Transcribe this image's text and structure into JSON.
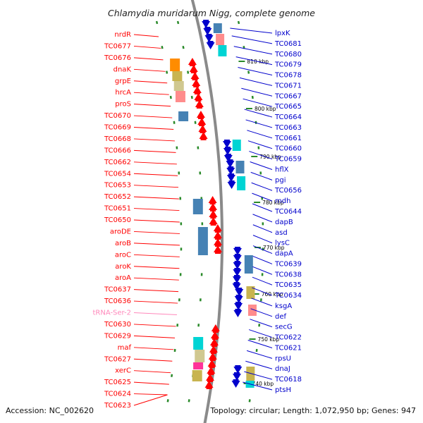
{
  "title": "Chlamydia muridarum Nigg, complete genome",
  "footer": {
    "accession": "Accession: NC_002620",
    "summary": "Topology: circular; Length: 1,072,950 bp; Genes: 947"
  },
  "colors": {
    "forward": "#ff0000",
    "reverse": "#0000cc",
    "trna": "#ff88bb",
    "backbone": "#8a8a8a",
    "ticks": "#2a8a2a"
  },
  "kbp_markers": [
    {
      "label": "810 kbp"
    },
    {
      "label": "800 kbp"
    },
    {
      "label": "790 kbp"
    },
    {
      "label": "780 kbp"
    },
    {
      "label": "770 kbp"
    },
    {
      "label": "760 kbp"
    },
    {
      "label": "750 kbp"
    },
    {
      "label": "740 kbp"
    }
  ],
  "left_labels": [
    {
      "text": "nrdR",
      "kind": "fwd"
    },
    {
      "text": "TC0677",
      "kind": "fwd"
    },
    {
      "text": "TC0676",
      "kind": "fwd"
    },
    {
      "text": "dnaK",
      "kind": "fwd"
    },
    {
      "text": "grpE",
      "kind": "fwd"
    },
    {
      "text": "hrcA",
      "kind": "fwd"
    },
    {
      "text": "proS",
      "kind": "fwd"
    },
    {
      "text": "TC0670",
      "kind": "fwd"
    },
    {
      "text": "TC0669",
      "kind": "fwd"
    },
    {
      "text": "TC0668",
      "kind": "fwd"
    },
    {
      "text": "TC0666",
      "kind": "fwd"
    },
    {
      "text": "TC0662",
      "kind": "fwd"
    },
    {
      "text": "TC0654",
      "kind": "fwd"
    },
    {
      "text": "TC0653",
      "kind": "fwd"
    },
    {
      "text": "TC0652",
      "kind": "fwd"
    },
    {
      "text": "TC0651",
      "kind": "fwd"
    },
    {
      "text": "TC0650",
      "kind": "fwd"
    },
    {
      "text": "aroDE",
      "kind": "fwd"
    },
    {
      "text": "aroB",
      "kind": "fwd"
    },
    {
      "text": "aroC",
      "kind": "fwd"
    },
    {
      "text": "aroK",
      "kind": "fwd"
    },
    {
      "text": "aroA",
      "kind": "fwd"
    },
    {
      "text": "TC0637",
      "kind": "fwd"
    },
    {
      "text": "TC0636",
      "kind": "fwd"
    },
    {
      "text": "tRNA-Ser-2",
      "kind": "trna"
    },
    {
      "text": "TC0630",
      "kind": "fwd"
    },
    {
      "text": "TC0629",
      "kind": "fwd"
    },
    {
      "text": "maf",
      "kind": "fwd"
    },
    {
      "text": "TC0627",
      "kind": "fwd"
    },
    {
      "text": "xerC",
      "kind": "fwd"
    },
    {
      "text": "TC0625",
      "kind": "fwd"
    },
    {
      "text": "TC0624",
      "kind": "fwd"
    },
    {
      "text": "TC0623",
      "kind": "fwd"
    }
  ],
  "right_labels": [
    {
      "text": "lpxK",
      "kind": "rev"
    },
    {
      "text": "TC0681",
      "kind": "rev"
    },
    {
      "text": "TC0680",
      "kind": "rev"
    },
    {
      "text": "TC0679",
      "kind": "rev"
    },
    {
      "text": "TC0678",
      "kind": "rev"
    },
    {
      "text": "TC0671",
      "kind": "rev"
    },
    {
      "text": "TC0667",
      "kind": "rev"
    },
    {
      "text": "TC0665",
      "kind": "rev"
    },
    {
      "text": "TC0664",
      "kind": "rev"
    },
    {
      "text": "TC0663",
      "kind": "rev"
    },
    {
      "text": "TC0661",
      "kind": "rev"
    },
    {
      "text": "TC0660",
      "kind": "rev"
    },
    {
      "text": "TC0659",
      "kind": "rev"
    },
    {
      "text": "hflX",
      "kind": "rev"
    },
    {
      "text": "pgi",
      "kind": "rev"
    },
    {
      "text": "TC0656",
      "kind": "rev"
    },
    {
      "text": "mdh",
      "kind": "rev"
    },
    {
      "text": "TC0644",
      "kind": "rev"
    },
    {
      "text": "dapB",
      "kind": "rev"
    },
    {
      "text": "asd",
      "kind": "rev"
    },
    {
      "text": "lysC",
      "kind": "rev"
    },
    {
      "text": "dapA",
      "kind": "rev"
    },
    {
      "text": "TC0639",
      "kind": "rev"
    },
    {
      "text": "TC0638",
      "kind": "rev"
    },
    {
      "text": "TC0635",
      "kind": "rev"
    },
    {
      "text": "TC0634",
      "kind": "rev"
    },
    {
      "text": "ksgA",
      "kind": "rev"
    },
    {
      "text": "def",
      "kind": "rev"
    },
    {
      "text": "secG",
      "kind": "rev"
    },
    {
      "text": "TC0622",
      "kind": "rev"
    },
    {
      "text": "TC0621",
      "kind": "rev"
    },
    {
      "text": "rpsU",
      "kind": "rev"
    },
    {
      "text": "dnaJ",
      "kind": "rev"
    },
    {
      "text": "TC0618",
      "kind": "rev"
    },
    {
      "text": "ptsH",
      "kind": "rev"
    }
  ]
}
